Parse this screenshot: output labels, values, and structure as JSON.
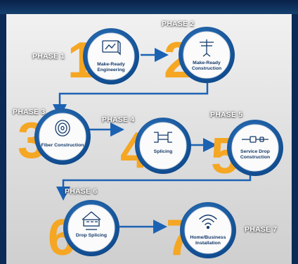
{
  "phases": [
    {
      "label": "PHASE 1",
      "num": "1",
      "caption": "Make-Ready Engineering",
      "icon": "blueprint-icon"
    },
    {
      "label": "PHASE 2",
      "num": "2",
      "caption": "Make-Ready Construction",
      "icon": "utility-pole-icon"
    },
    {
      "label": "PHASE 3",
      "num": "3",
      "caption": "Fiber Construction",
      "icon": "cable-spool-icon"
    },
    {
      "label": "PHASE 4",
      "num": "4",
      "caption": "Splicing",
      "icon": "splice-icon"
    },
    {
      "label": "PHASE 5",
      "num": "5",
      "caption": "Service Drop Construction",
      "icon": "connector-cable-icon"
    },
    {
      "label": "PHASE 6",
      "num": "6",
      "caption": "Drop Splicing",
      "icon": "house-network-icon"
    },
    {
      "label": "PHASE 7",
      "num": "7",
      "caption": "Home/Business Installation",
      "icon": "wifi-icon"
    }
  ],
  "colors": {
    "numeral": "#f5a623",
    "ring": "#1a5fa8",
    "line": "#1c62b3",
    "caption": "#143a6b"
  }
}
